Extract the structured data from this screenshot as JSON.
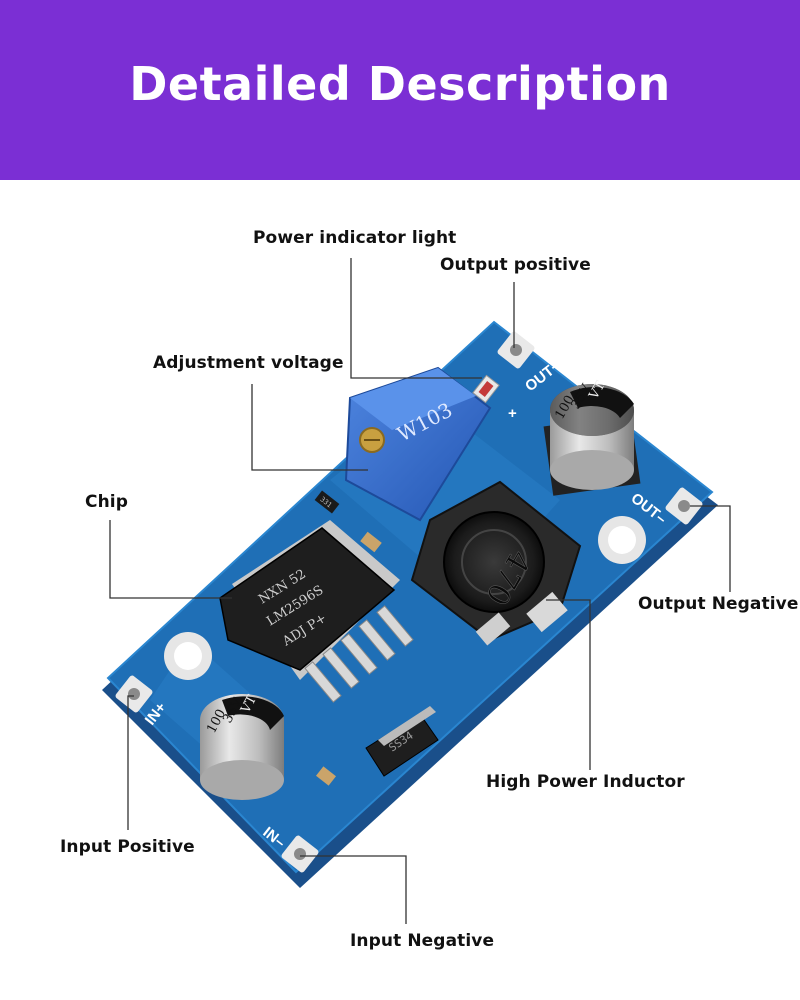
{
  "header": {
    "title": "Detailed Description",
    "bg_color": "#7b2fd4"
  },
  "labels": {
    "power_indicator": "Power indicator light",
    "output_positive": "Output positive",
    "adjustment_voltage": "Adjustment voltage",
    "chip": "Chip",
    "output_negative": "Output Negative",
    "high_power_inductor": "High Power Inductor",
    "input_positive": "Input Positive",
    "input_negative": "Input Negative"
  },
  "board": {
    "out_plus": "OUT+",
    "out_minus": "OUT–",
    "in_plus": "IN+",
    "in_minus": "IN–",
    "plus_sign": "+",
    "pot_marking": "W103",
    "inductor_marking": "470",
    "chip_line1": "NXN 52",
    "chip_line2": "LM2596S",
    "chip_line3": "ADJ  P+",
    "cap_top": {
      "line1": "100",
      "line2": "35V",
      "line3": "VT"
    },
    "cap_bottom": {
      "line1": "100",
      "line2": "35V",
      "line3": "VT"
    },
    "diode_marking": "SS34",
    "smd_marking": "331",
    "board_color": "#1f6fb6"
  }
}
